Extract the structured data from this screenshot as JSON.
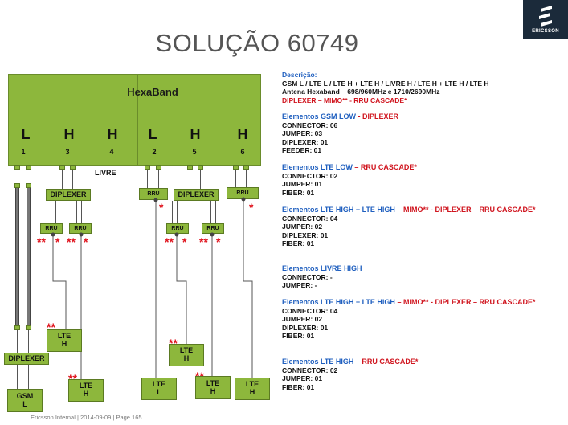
{
  "slide": {
    "title": "SOLUÇÃO 60749",
    "logo_text": "ERICSSON",
    "footer": "Ericsson Internal  |  2014-09-09  |  Page 165"
  },
  "diagram": {
    "antenna": "HexaBand",
    "ports": [
      {
        "band": "L",
        "num": "1"
      },
      {
        "band": "H",
        "num": "3"
      },
      {
        "band": "H",
        "num": "4"
      },
      {
        "band": "L",
        "num": "2"
      },
      {
        "band": "H",
        "num": "5"
      },
      {
        "band": "H",
        "num": "6"
      }
    ],
    "livre": "LIVRE",
    "diplexer": "DIPLEXER",
    "rru": "RRU",
    "star_double": "**",
    "star_single": "*",
    "lte_h": "LTE\nH",
    "lte_l": "LTE\nL",
    "gsm_l": "GSM\nL"
  },
  "description": {
    "heading": "Descrição:",
    "line1": "GSM L / LTE L / LTE H + LTE H / LIVRE H / LTE H + LTE H / LTE H",
    "line2": "Antena Hexaband – 698/960MHz  e  1710/2690MHz",
    "line3": "DIPLEXER – MIMO** - RRU CASCADE*"
  },
  "sections": [
    {
      "title_blue": "Elementos GSM LOW",
      "title_red": " - DIPLEXER",
      "items": [
        "CONNECTOR: 06",
        "JUMPER: 03",
        "DIPLEXER: 01",
        "FEEDER: 01"
      ]
    },
    {
      "title_blue": "Elementos LTE LOW",
      "title_red": " – RRU CASCADE*",
      "items": [
        "CONNECTOR: 02",
        "JUMPER: 01",
        "FIBER: 01"
      ]
    },
    {
      "title_blue": "Elementos LTE HIGH + LTE HIGH",
      "title_red": " – MIMO** - DIPLEXER – RRU CASCADE*",
      "items": [
        "CONNECTOR: 04",
        "JUMPER: 02",
        "DIPLEXER: 01",
        "FIBER: 01"
      ]
    },
    {
      "title_blue": "Elementos LIVRE HIGH",
      "title_red": "",
      "items": [
        "CONNECTOR: -",
        "JUMPER: -"
      ]
    },
    {
      "title_blue": "Elementos LTE HIGH + LTE HIGH",
      "title_red": " – MIMO** - DIPLEXER – RRU CASCADE*",
      "items": [
        "CONNECTOR: 04",
        "JUMPER: 02",
        "DIPLEXER: 01",
        "FIBER: 01"
      ]
    },
    {
      "title_blue": "Elementos LTE HIGH",
      "title_red": " – RRU CASCADE*",
      "items": [
        "CONNECTOR: 02",
        "JUMPER: 01",
        "FIBER: 01"
      ]
    }
  ]
}
